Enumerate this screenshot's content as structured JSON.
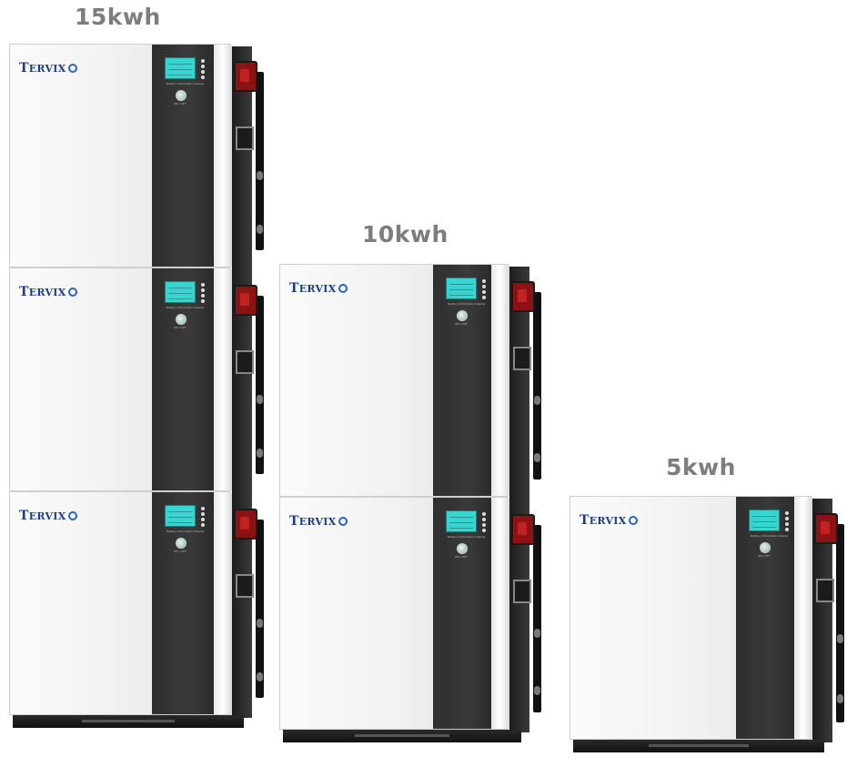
{
  "products": [
    {
      "capacity_label": "15kwh",
      "modules": 3
    },
    {
      "capacity_label": "10kwh",
      "modules": 2
    },
    {
      "capacity_label": "5kwh",
      "modules": 1
    }
  ],
  "module": {
    "brand_first": "T",
    "brand_rest": "ERVIX",
    "display_caption": "Battery Information Display",
    "power_caption": "ON / OFF"
  },
  "colors": {
    "brand_blue": "#1b3d8a",
    "lcd_cyan": "#38d4cf",
    "connector_red": "#8a1414",
    "label_gray": "#7d7d7d"
  }
}
